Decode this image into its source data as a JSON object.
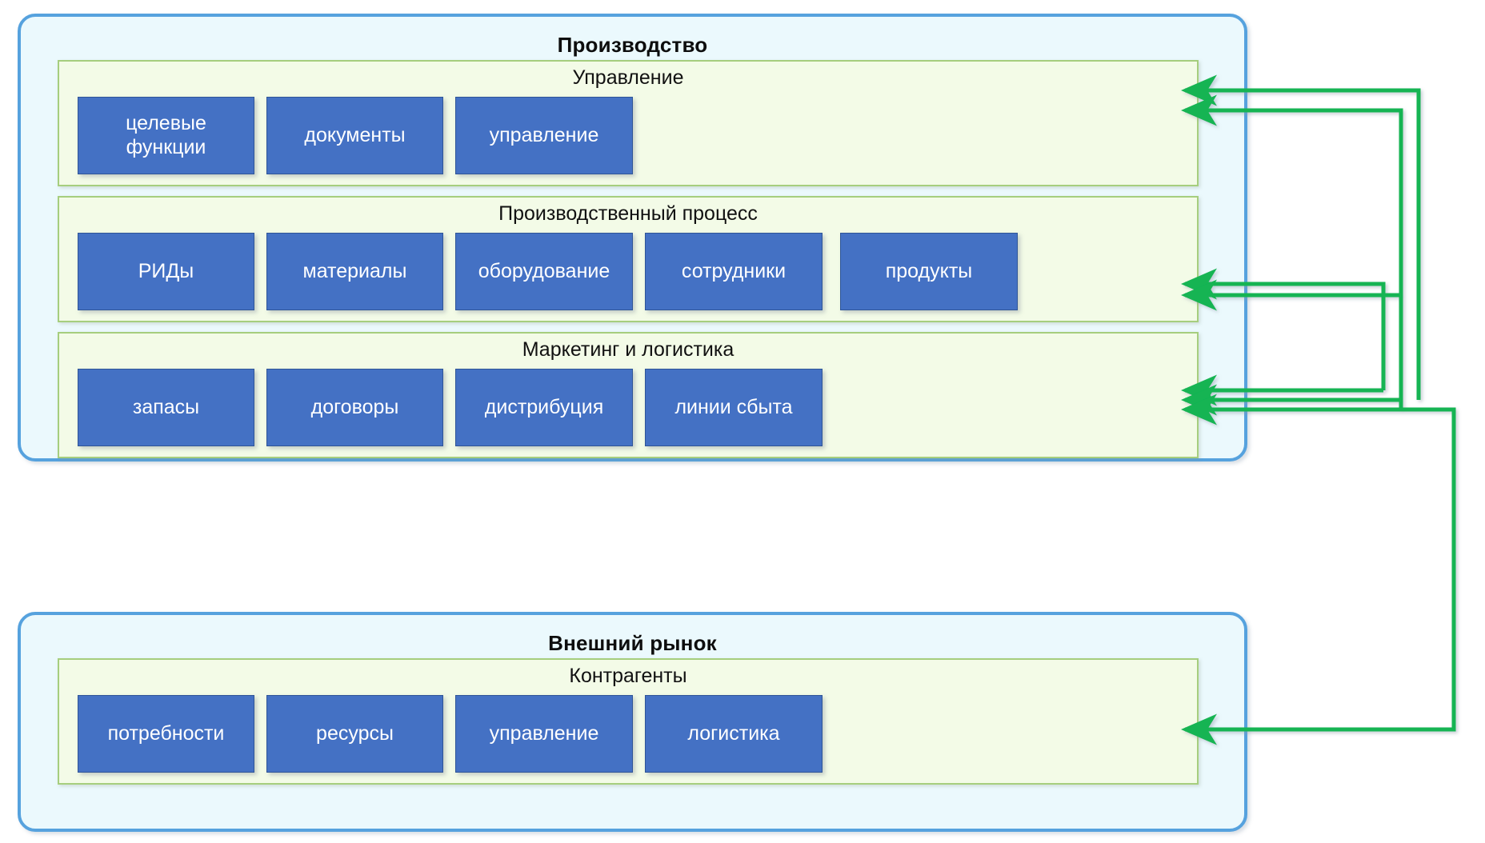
{
  "diagram": {
    "title_hidden": "",
    "colors": {
      "zone_border": "#56A2DE",
      "zone_fill": "#EBF9FD",
      "group_border": "#A6CE7E",
      "group_fill": "#F3FBE7",
      "node_fill": "#4471C4",
      "node_text": "#FFFFFF",
      "arrow": "#12B453"
    },
    "zones": [
      {
        "id": "production",
        "title": "Производство",
        "groups": [
          {
            "id": "management",
            "title": "Управление",
            "nodes": [
              {
                "label": "целевые\nфункции"
              },
              {
                "label": "документы"
              },
              {
                "label": "управление"
              }
            ]
          },
          {
            "id": "production-process",
            "title": "Производственный процесс",
            "nodes": [
              {
                "label": "РИДы"
              },
              {
                "label": "материалы"
              },
              {
                "label": "оборудование"
              },
              {
                "label": "сотрудники"
              },
              {
                "label": "продукты"
              }
            ]
          },
          {
            "id": "marketing-logistics",
            "title": "Маркетинг и логистика",
            "nodes": [
              {
                "label": "запасы"
              },
              {
                "label": "договоры"
              },
              {
                "label": "дистрибуция"
              },
              {
                "label": "линии сбыта"
              }
            ]
          }
        ]
      },
      {
        "id": "external-market",
        "title": "Внешний рынок",
        "groups": [
          {
            "id": "counterparties",
            "title": "Контрагенты",
            "nodes": [
              {
                "label": "потребности"
              },
              {
                "label": "ресурсы"
              },
              {
                "label": "управление"
              },
              {
                "label": "логистика"
              }
            ]
          }
        ]
      }
    ],
    "connectors": [
      {
        "id": "arrow-to-management-1",
        "from": "marketing-logistics",
        "to": "management",
        "direction": "left"
      },
      {
        "id": "arrow-to-management-2",
        "from": "marketing-logistics",
        "to": "management",
        "direction": "left"
      },
      {
        "id": "arrow-to-process-1",
        "from": "marketing-logistics",
        "to": "production-process",
        "direction": "left"
      },
      {
        "id": "arrow-to-process-2",
        "from": "marketing-logistics",
        "to": "production-process",
        "direction": "left"
      },
      {
        "id": "arrow-to-marketing-1",
        "from": "counterparties",
        "to": "marketing-logistics",
        "direction": "left"
      },
      {
        "id": "arrow-to-marketing-2",
        "from": "counterparties",
        "to": "marketing-logistics",
        "direction": "left"
      },
      {
        "id": "arrow-to-marketing-3",
        "from": "counterparties",
        "to": "marketing-logistics",
        "direction": "left"
      },
      {
        "id": "arrow-to-counterparties-1",
        "from": "marketing-logistics",
        "to": "counterparties",
        "direction": "left"
      }
    ]
  }
}
